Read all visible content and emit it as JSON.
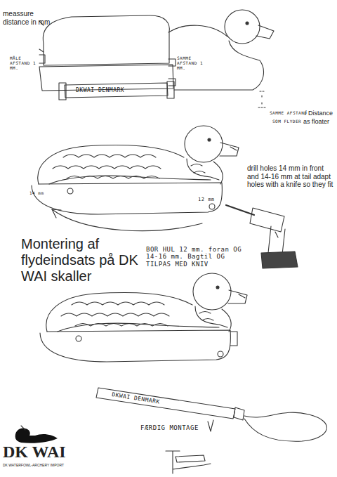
{
  "diagram": {
    "title": "Montering af flydeindsats på DK WAI skaller",
    "labels": [
      "meassure distance in mm",
      "MÅLE AFSTAND 1 MM.",
      "SAMME AFSTAND 1 MM.",
      "DKWAI DENMARK",
      "SAMME AFSTAND",
      "/ Distance",
      "SOM FLYDER",
      "as floater",
      "14 mm",
      "12 mm",
      "drill holes 14 mm in front and 14-16 mm at tail adapt holes with a knife so they fit",
      "BOR HUL 12 mm. foran OG 14-16 mm. Bagtil OG TILPAS MED KNIV",
      "DKWAI DENMARK",
      "FÆRDIG MONTAGE",
      "DK WAI",
      "DK WATERFOWL-ARCHERY IMPORT"
    ]
  }
}
